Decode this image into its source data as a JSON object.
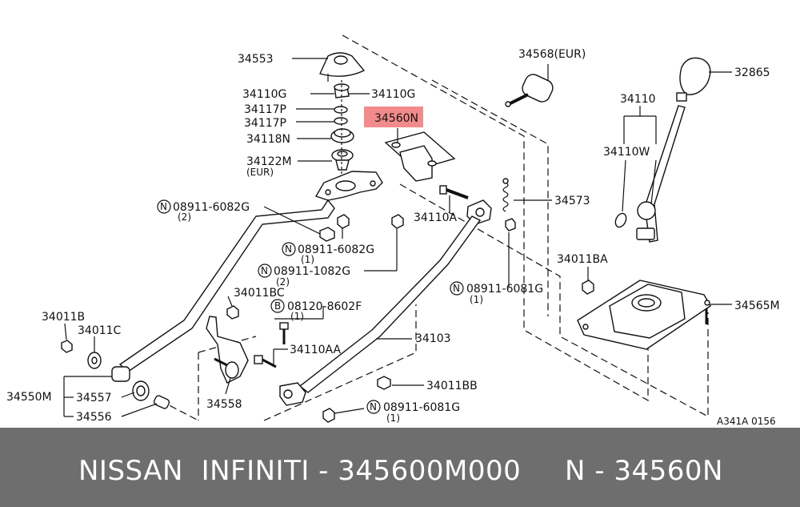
{
  "footer": {
    "brand_text": "NISSAN  INFINITI - 345600M000",
    "code_text": "N - 34560N"
  },
  "diagram": {
    "ref_code": "A341A 0156",
    "highlight_color": "#f28b8b",
    "labels": {
      "p34553": "34553",
      "p34110g_left": "34110G",
      "p34110g_right": "34110G",
      "p34117p_a": "34117P",
      "p34117p_b": "34117P",
      "p34118n": "34118N",
      "p34122m": "34122M",
      "p34122m_eur": "(EUR)",
      "p34560n": "34560N",
      "p34568": "34568(EUR)",
      "p32865": "32865",
      "p34110": "34110",
      "p34110w": "34110W",
      "p34573": "34573",
      "p34110a": "34110A",
      "n1_code": "08911-6082G",
      "n1_qty": "(2)",
      "n2_code": "08911-6082G",
      "n2_qty": "(1)",
      "n3_code": "08911-1082G",
      "n3_qty": "(2)",
      "n4_code": "08911-6081G",
      "n4_qty": "(1)",
      "p34011bc": "34011BC",
      "b1_code": "08120-8602F",
      "b1_qty": "(1)",
      "p34011ba": "34011BA",
      "p34565m": "34565M",
      "p34011b": "34011B",
      "p34011c": "34011C",
      "p34103": "34103",
      "p34110aa": "34110AA",
      "p34011bb": "34011BB",
      "n5_code": "08911-6081G",
      "n5_qty": "(1)",
      "p34550m": "34550M",
      "p34557": "34557",
      "p34556": "34556",
      "p34558": "34558",
      "n_symbol": "N",
      "b_symbol": "B"
    }
  }
}
